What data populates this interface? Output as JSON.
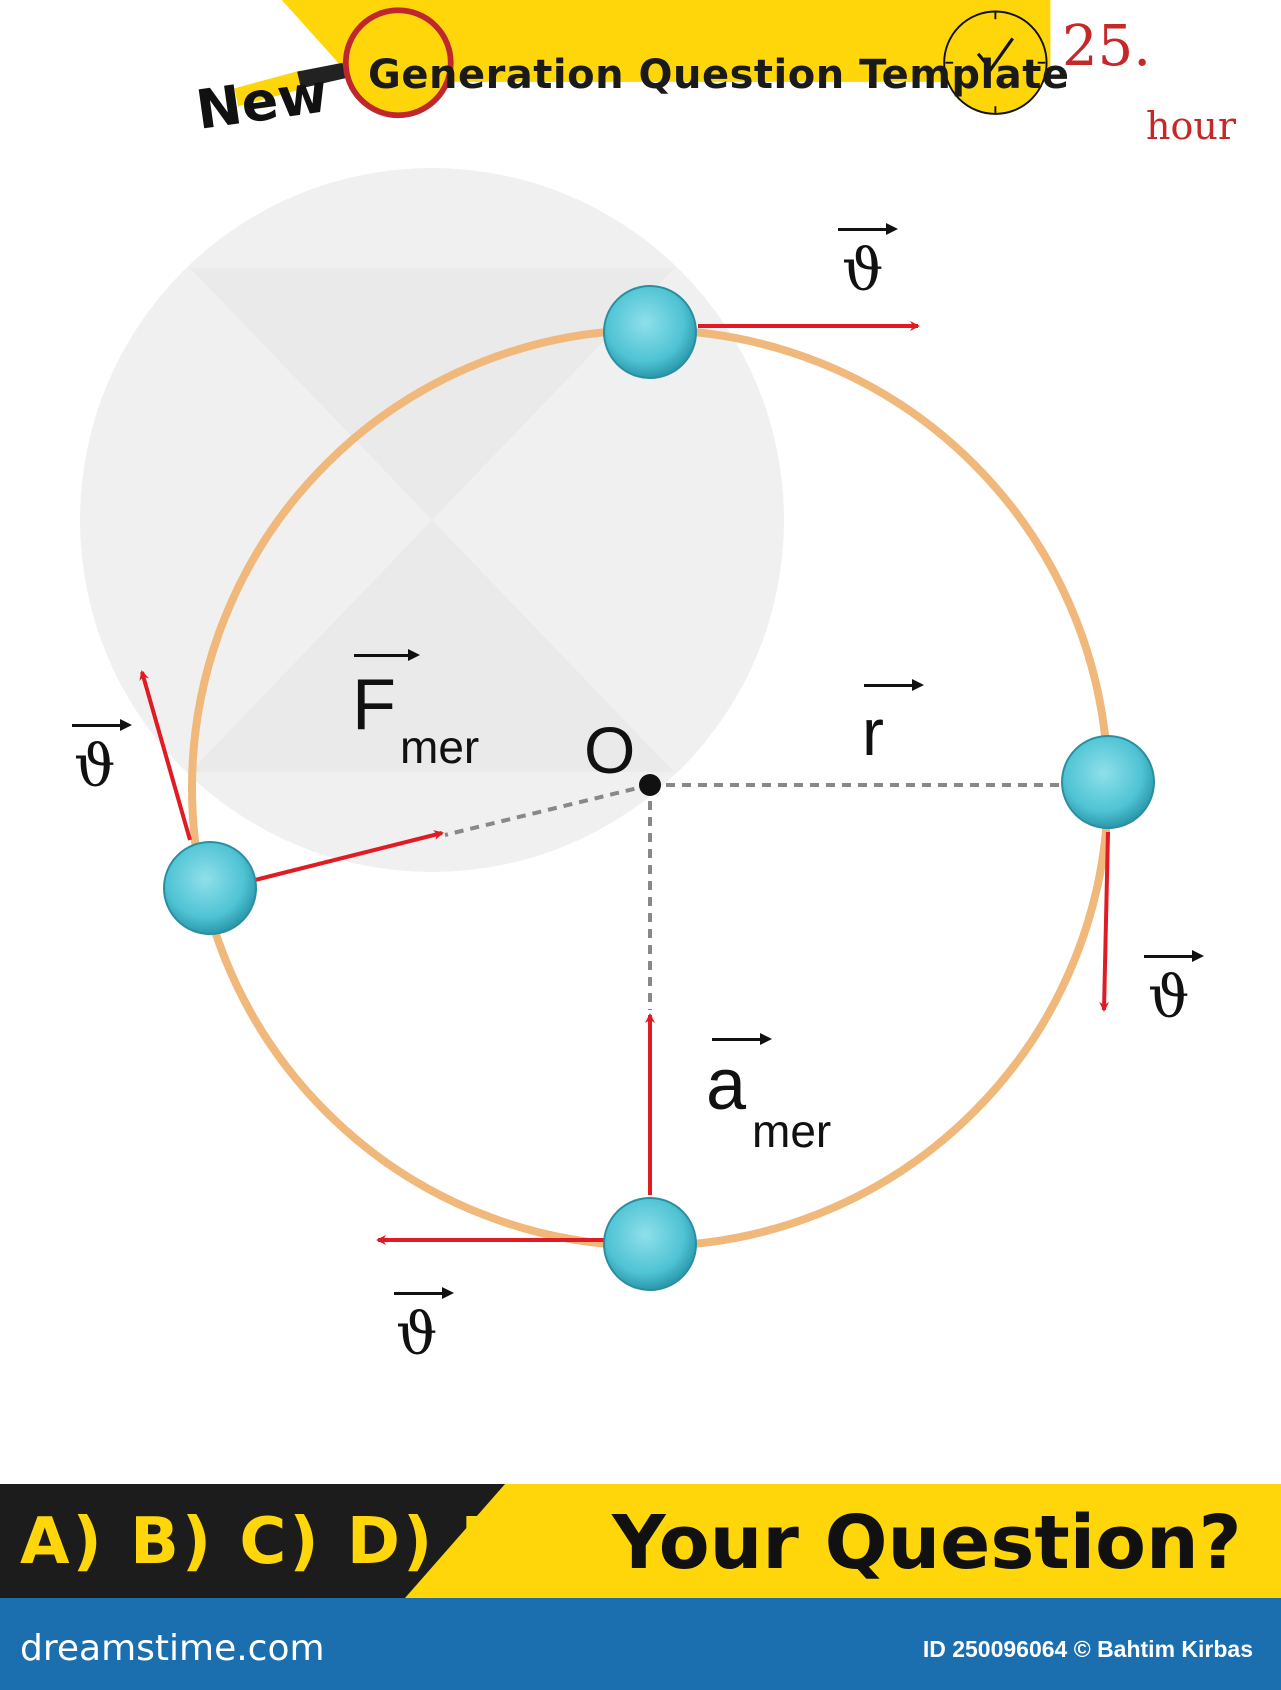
{
  "header": {
    "title": "Generation Question Template",
    "badge": "New",
    "hour_number": "25.",
    "hour_label": "hour"
  },
  "diagram": {
    "center_label": "O",
    "radius_label": "r",
    "force_label": "F",
    "force_subscript": "mer",
    "accel_label": "a",
    "accel_subscript": "mer",
    "velocity_symbol": "ϑ"
  },
  "footer": {
    "options": "A) B) C) D) E)",
    "question": "Your Question?",
    "site": "dreamstime.com",
    "credit": "ID 250096064 © Bahtim Kirbas"
  },
  "colors": {
    "yellow": "#ffd60a",
    "orbit": "#f0b87a",
    "ball": "#4fc3d4",
    "arrow": "#e01b24",
    "dark": "#1c1c1c",
    "blue_bar": "#1b6fae"
  }
}
